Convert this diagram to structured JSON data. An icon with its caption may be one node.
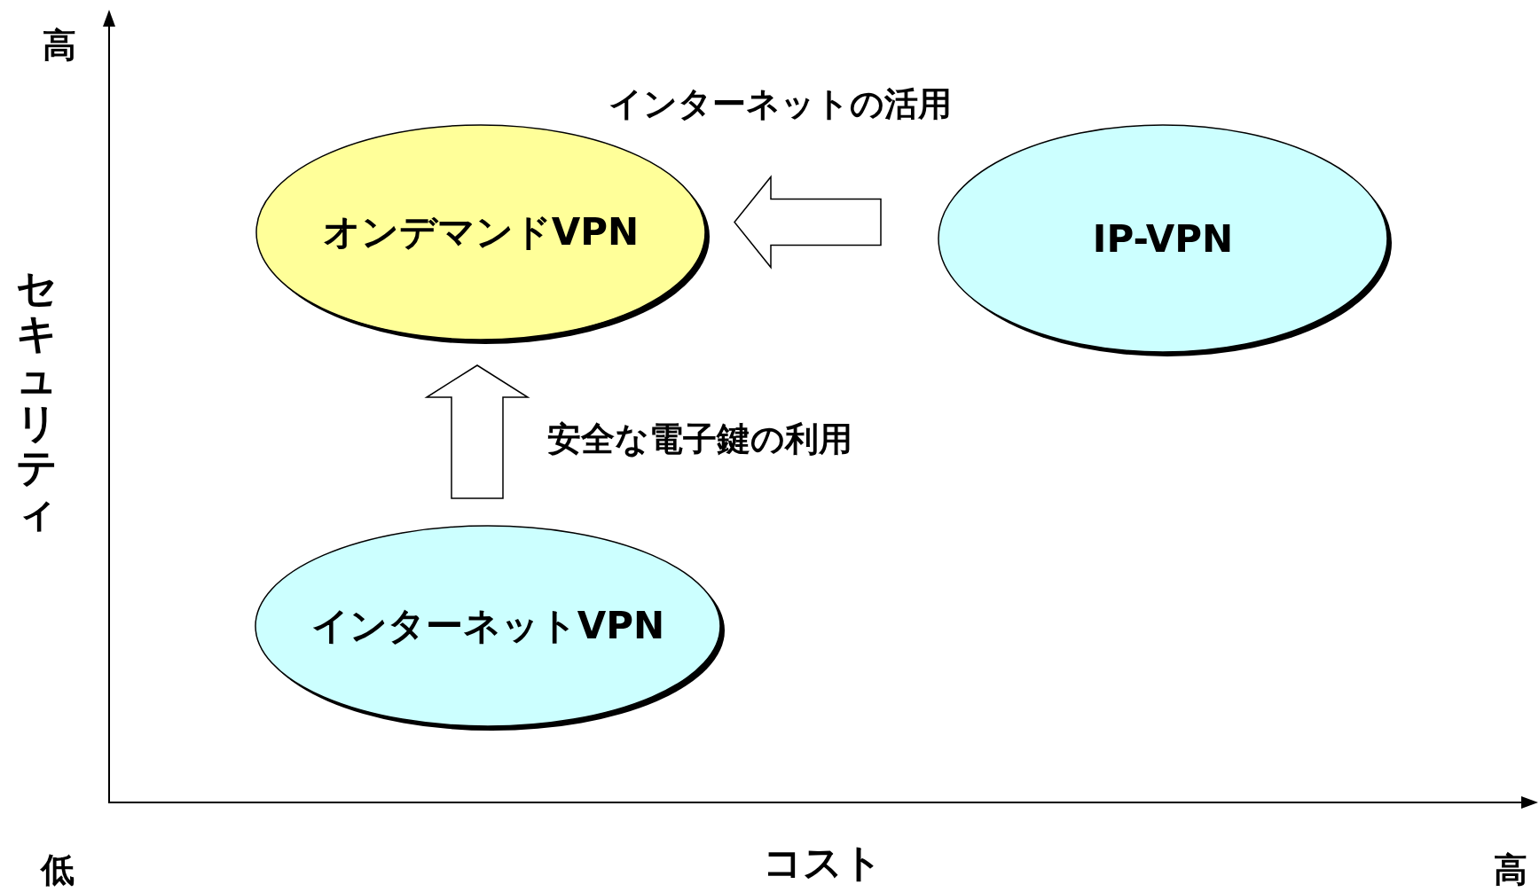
{
  "diagram": {
    "nodes": [
      {
        "text": [
          "オンデマンドVPN"
        ]
      },
      {
        "text": [
          "IP-VPN"
        ]
      },
      {
        "text": [
          "インターネットVPN"
        ]
      }
    ],
    "edges": [
      {
        "from": 1,
        "to": 0,
        "arrow": "to",
        "label": "インターネットの活用"
      },
      {
        "from": 2,
        "to": 0,
        "arrow": "to",
        "label": "安全な電子鍵の利用"
      }
    ],
    "labels": [
      "高",
      "セキュリティ",
      "低",
      "コスト",
      "高"
    ]
  }
}
